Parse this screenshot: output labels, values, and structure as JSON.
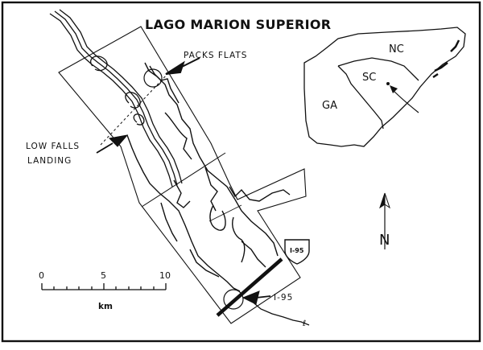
{
  "map": {
    "title": "LAGO MARION SUPERIOR",
    "sites": {
      "packs_flats": "PACKS FLATS",
      "low_falls_line1": "LOW FALLS",
      "low_falls_line2": "LANDING",
      "i95": "I-95"
    },
    "inset": {
      "states": [
        "NC",
        "SC",
        "GA"
      ]
    },
    "scale": {
      "ticks": [
        "0",
        "5",
        "10"
      ],
      "unit": "km"
    },
    "highway_shield": "I-95",
    "north_arrow": "N",
    "colors": {
      "ink": "#111111",
      "paper": "#ffffff"
    }
  }
}
